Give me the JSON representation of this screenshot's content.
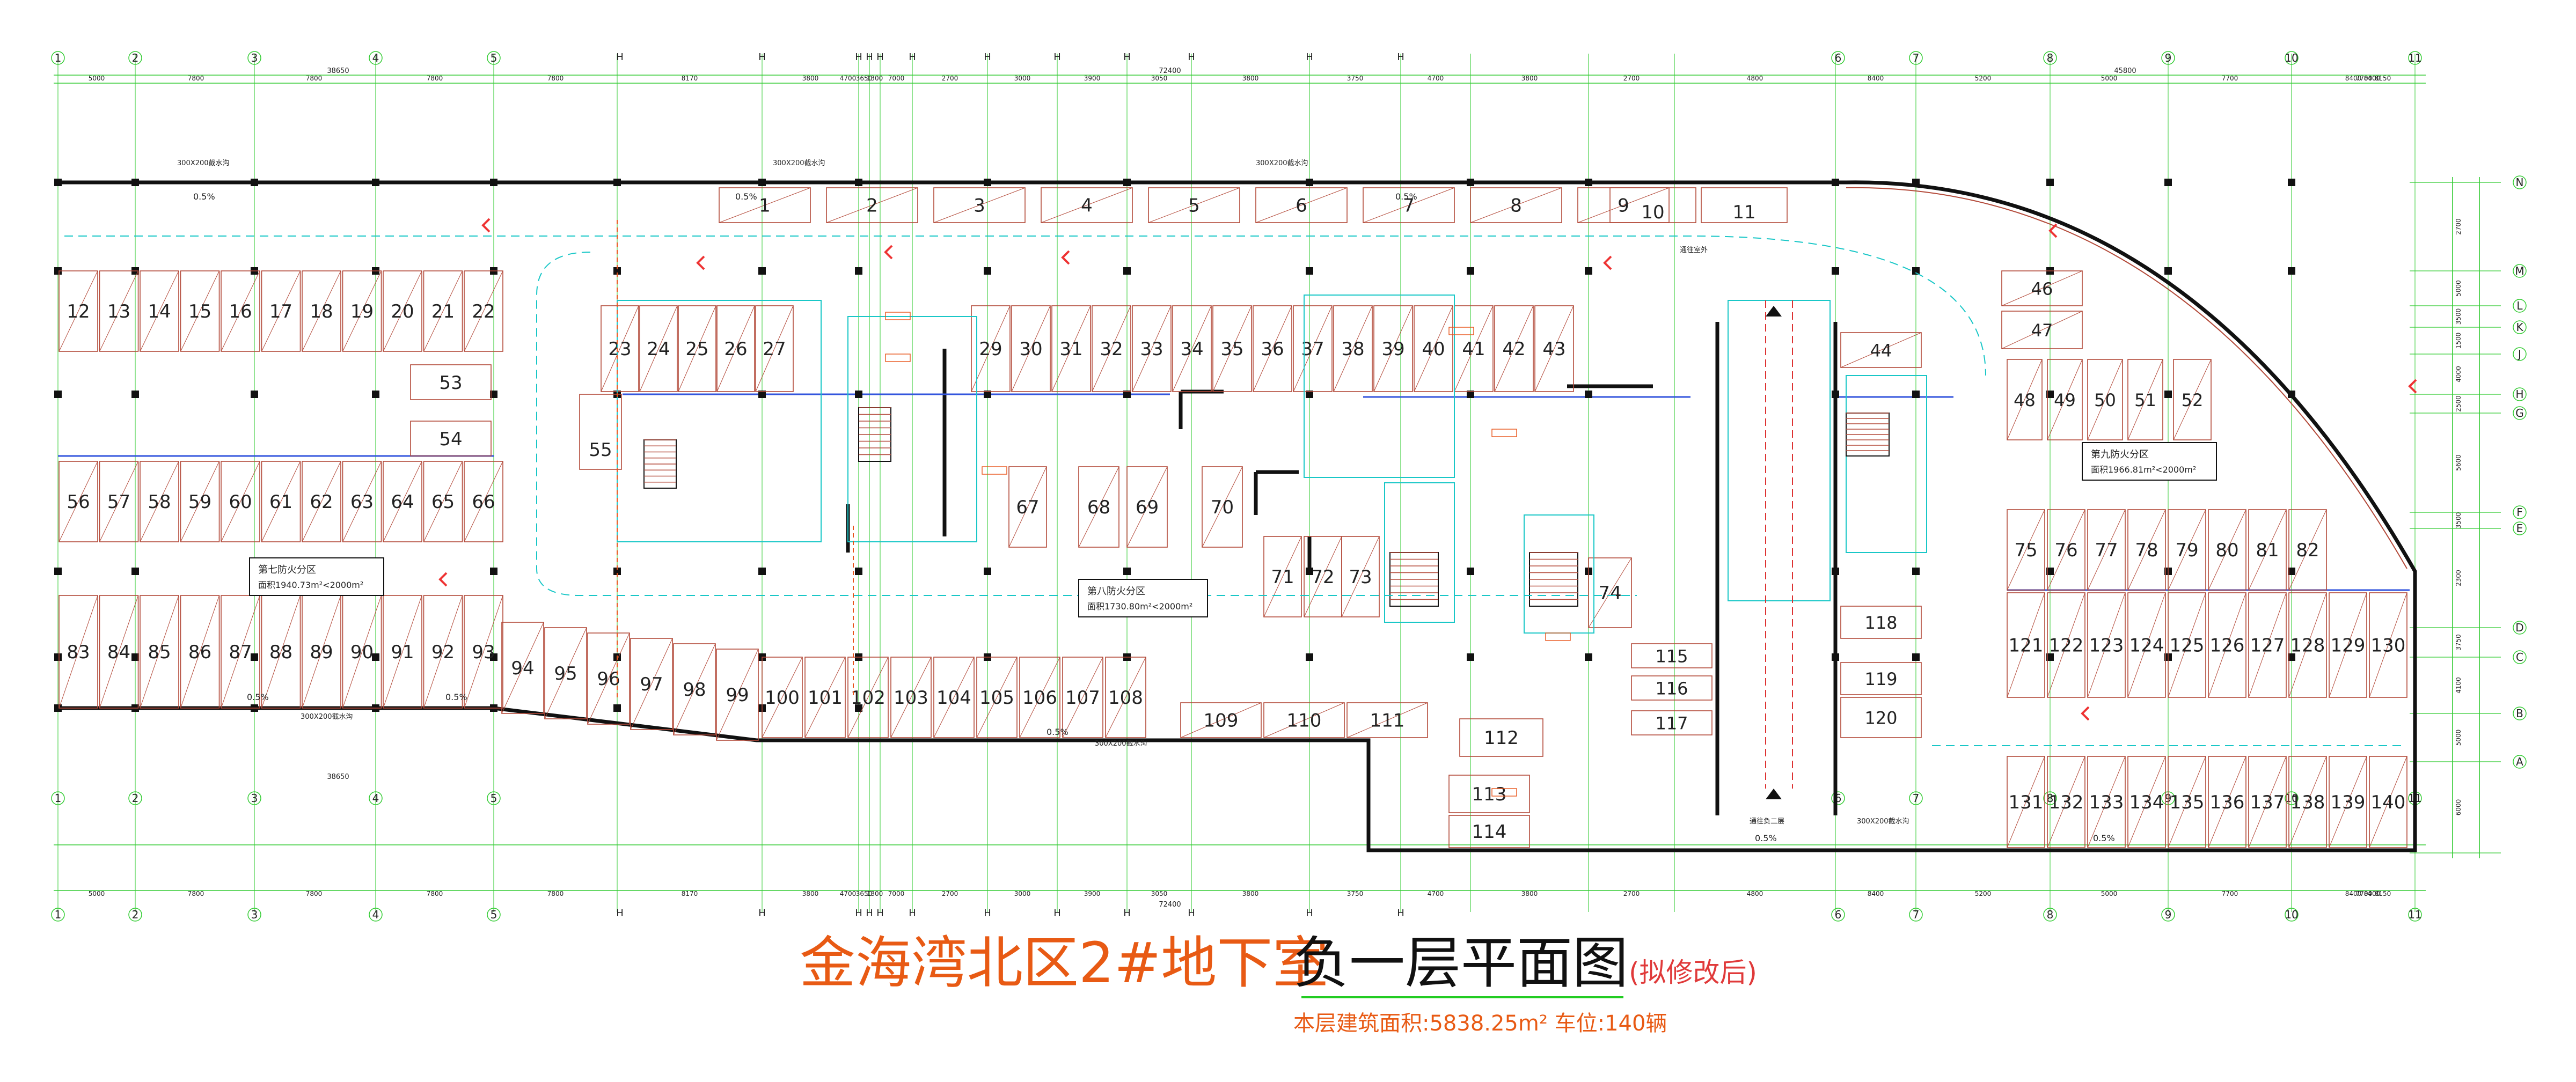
{
  "drawing": {
    "title_part1": "金海湾北区2#地下室",
    "title_part2": "负一层平面图",
    "title_suffix": "(拟修改后)",
    "subtitle": "本层建筑面积:5838.25m² 车位:140辆"
  },
  "axes": {
    "top_numbers": [
      "1",
      "2",
      "3",
      "4",
      "5",
      "6",
      "7",
      "8",
      "9",
      "10",
      "11"
    ],
    "top_letters_mid": [
      "H",
      "H",
      "H",
      "H",
      "H",
      "H",
      "H",
      "H",
      "H",
      "H",
      "H",
      "H"
    ],
    "right_letters": [
      "N",
      "M",
      "L",
      "K",
      "J",
      "H",
      "G",
      "F",
      "E",
      "D",
      "C",
      "B",
      "A"
    ]
  },
  "dimensions": {
    "top_row": [
      "5000",
      "7800",
      "7800",
      "7800",
      "7800",
      "8170",
      "3800",
      "4700",
      "3650",
      "1300",
      "7000",
      "2700",
      "3000",
      "3900",
      "3050",
      "3800",
      "3750",
      "4700",
      "3800",
      "2700",
      "4800",
      "8400",
      "5200",
      "5000",
      "7700",
      "8400",
      "7700",
      "8400",
      "8150"
    ],
    "overall_left": "38650",
    "overall_mid": "72400",
    "overall_right": "45800",
    "right_column": [
      "2700",
      "5000",
      "3500",
      "1500",
      "4000",
      "2500",
      "5600",
      "3500",
      "2300",
      "3750",
      "4100",
      "5000",
      "6000"
    ]
  },
  "stalls": {
    "top_row": [
      "1",
      "2",
      "3",
      "4",
      "5",
      "6",
      "7",
      "8",
      "9",
      "10",
      "11"
    ],
    "row_a": [
      "12",
      "13",
      "14",
      "15",
      "16",
      "17",
      "18",
      "19",
      "20",
      "21",
      "22"
    ],
    "side_left": [
      "53",
      "54",
      "55"
    ],
    "row_b": [
      "56",
      "57",
      "58",
      "59",
      "60",
      "61",
      "62",
      "63",
      "64",
      "65",
      "66"
    ],
    "row_c": [
      "83",
      "84",
      "85",
      "86",
      "87",
      "88",
      "89",
      "90",
      "91",
      "92",
      "93"
    ],
    "diag": [
      "94",
      "95",
      "96",
      "97",
      "98",
      "99"
    ],
    "bottom_mid": [
      "100",
      "101",
      "102",
      "103",
      "104",
      "105",
      "106",
      "107",
      "108"
    ],
    "bottom_mid2": [
      "109",
      "110",
      "111",
      "112",
      "113",
      "114"
    ],
    "center_top": [
      "23",
      "24",
      "25",
      "26",
      "27",
      "29",
      "30",
      "31",
      "32",
      "33",
      "34",
      "35",
      "36",
      "37",
      "38",
      "39",
      "40",
      "41",
      "42",
      "43"
    ],
    "center_mid": [
      "67",
      "68",
      "69",
      "70",
      "71",
      "72",
      "73",
      "74"
    ],
    "right_stack": [
      "115",
      "116",
      "117",
      "118",
      "119",
      "120"
    ],
    "right_top": [
      "44",
      "46",
      "47",
      "48",
      "49",
      "50",
      "51",
      "52"
    ],
    "right_row1": [
      "75",
      "76",
      "77",
      "78",
      "79",
      "80",
      "81",
      "82"
    ],
    "right_row2": [
      "121",
      "122",
      "123",
      "124",
      "125",
      "126",
      "127",
      "128",
      "129",
      "130"
    ],
    "right_row3": [
      "131",
      "132",
      "133",
      "134",
      "135",
      "136",
      "137",
      "138",
      "139",
      "140"
    ]
  },
  "zones": {
    "zone7": [
      "第七防火分区",
      "面积1940.73m²<2000m²"
    ],
    "zone8": [
      "第八防火分区",
      "面积1730.80m²<2000m²"
    ],
    "zone9": [
      "第九防火分区",
      "面积1966.81m²<2000m²"
    ]
  },
  "notes": {
    "slope": "0.5%",
    "drain_top": "300X200截水沟",
    "entry_label": "通往室外",
    "ramp_label": "通往负二层"
  },
  "colors": {
    "wall": "#111111",
    "axis_line": "#33cc33",
    "stall_line": "#b34a3a",
    "stall_text": "#222222",
    "annotation": "#e8541a",
    "duct": "#19c7c7",
    "title_orange": "#e85a14"
  }
}
